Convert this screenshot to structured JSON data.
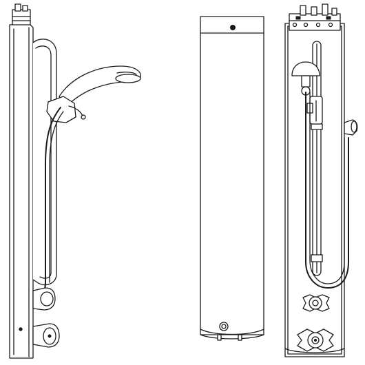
{
  "figure": {
    "views": [
      {
        "id": "side",
        "label": ""
      },
      {
        "id": "back",
        "label": ""
      },
      {
        "id": "front",
        "label": ""
      }
    ],
    "colors": {
      "line": "#1a1a1a",
      "background": "#ffffff"
    }
  }
}
